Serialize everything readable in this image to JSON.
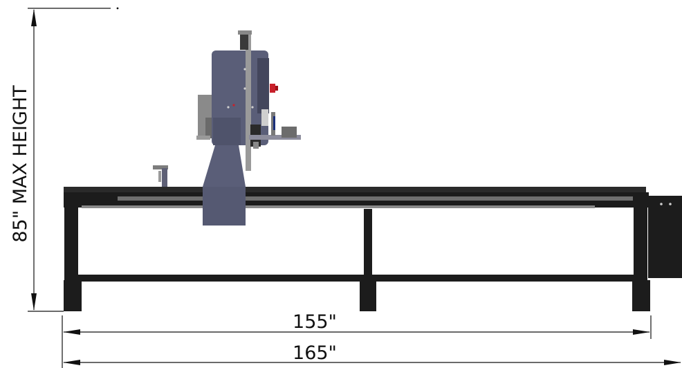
{
  "dimensions": {
    "height_label": "85\" MAX HEIGHT",
    "inner_width_label": "155\"",
    "outer_width_label": "165\""
  },
  "colors": {
    "frame": "#1c1c1c",
    "gantry": "#5a5e78",
    "gantry_dark": "#43465c",
    "rail": "#6f6f6f",
    "accent_red": "#c8202a",
    "dimension_line": "#111111"
  }
}
